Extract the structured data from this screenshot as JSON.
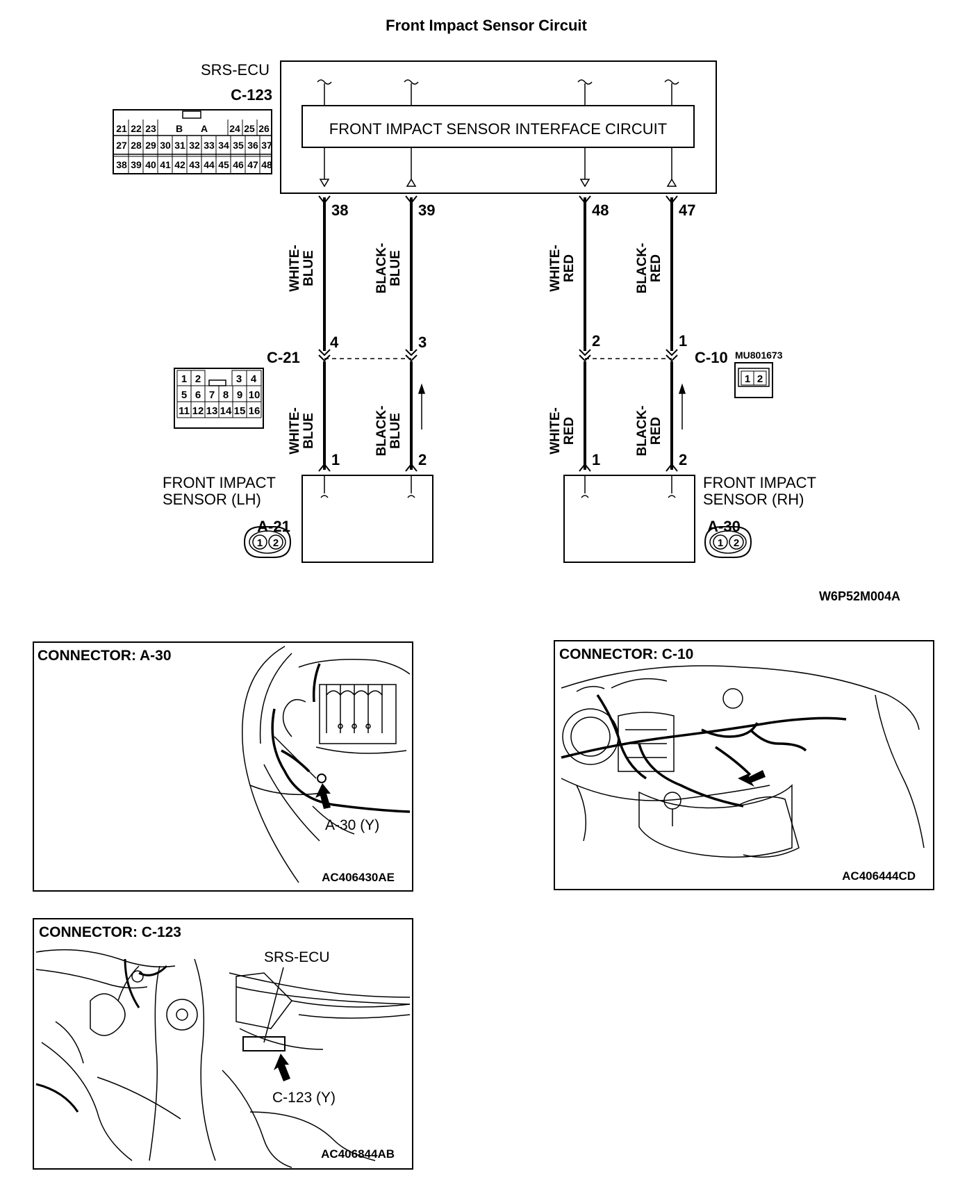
{
  "title": "Front Impact Sensor Circuit",
  "ecu": {
    "name": "SRS-ECU",
    "connector": "C-123",
    "interface_label": "FRONT IMPACT SENSOR INTERFACE CIRCUIT",
    "pin_grid": {
      "row1": [
        "21",
        "22",
        "23",
        "B",
        "A",
        "24",
        "25",
        "26"
      ],
      "row2": [
        "27",
        "28",
        "29",
        "30",
        "31",
        "32",
        "33",
        "34",
        "35",
        "36",
        "37"
      ],
      "row3": [
        "38",
        "39",
        "40",
        "41",
        "42",
        "43",
        "44",
        "45",
        "46",
        "47",
        "48"
      ]
    }
  },
  "wires": [
    {
      "ecu_pin": "38",
      "color": [
        "WHITE-",
        "BLUE"
      ],
      "mid_pin": "4",
      "sensor_pin": "1"
    },
    {
      "ecu_pin": "39",
      "color": [
        "BLACK-",
        "BLUE"
      ],
      "mid_pin": "3",
      "sensor_pin": "2"
    },
    {
      "ecu_pin": "48",
      "color": [
        "WHITE-",
        "RED"
      ],
      "mid_pin": "2",
      "sensor_pin": "1"
    },
    {
      "ecu_pin": "47",
      "color": [
        "BLACK-",
        "RED"
      ],
      "mid_pin": "1",
      "sensor_pin": "2"
    }
  ],
  "c21": {
    "label": "C-21",
    "pins": [
      [
        "1",
        "2",
        "",
        "3",
        "4"
      ],
      [
        "5",
        "6",
        "7",
        "8",
        "9",
        "10"
      ],
      [
        "11",
        "12",
        "13",
        "14",
        "15",
        "16"
      ]
    ]
  },
  "c10": {
    "label": "C-10",
    "part": "MU801673",
    "pins": [
      "1",
      "2"
    ]
  },
  "sensor_lh": {
    "line1": "FRONT IMPACT",
    "line2": "SENSOR (LH)",
    "connector": "A-21",
    "pins": [
      "1",
      "2"
    ]
  },
  "sensor_rh": {
    "line1": "FRONT IMPACT",
    "line2": "SENSOR (RH)",
    "connector": "A-30",
    "pins": [
      "1",
      "2"
    ]
  },
  "diagram_code": "W6P52M004A",
  "panels": [
    {
      "title": "CONNECTOR: A-30",
      "callout": "A-30 (Y)",
      "code": "AC406430AE"
    },
    {
      "title": "CONNECTOR: C-10",
      "callout": "",
      "code": "AC406444CD"
    },
    {
      "title": "CONNECTOR: C-123",
      "label": "SRS-ECU",
      "callout": "C-123 (Y)",
      "code": "AC406844AB"
    }
  ]
}
